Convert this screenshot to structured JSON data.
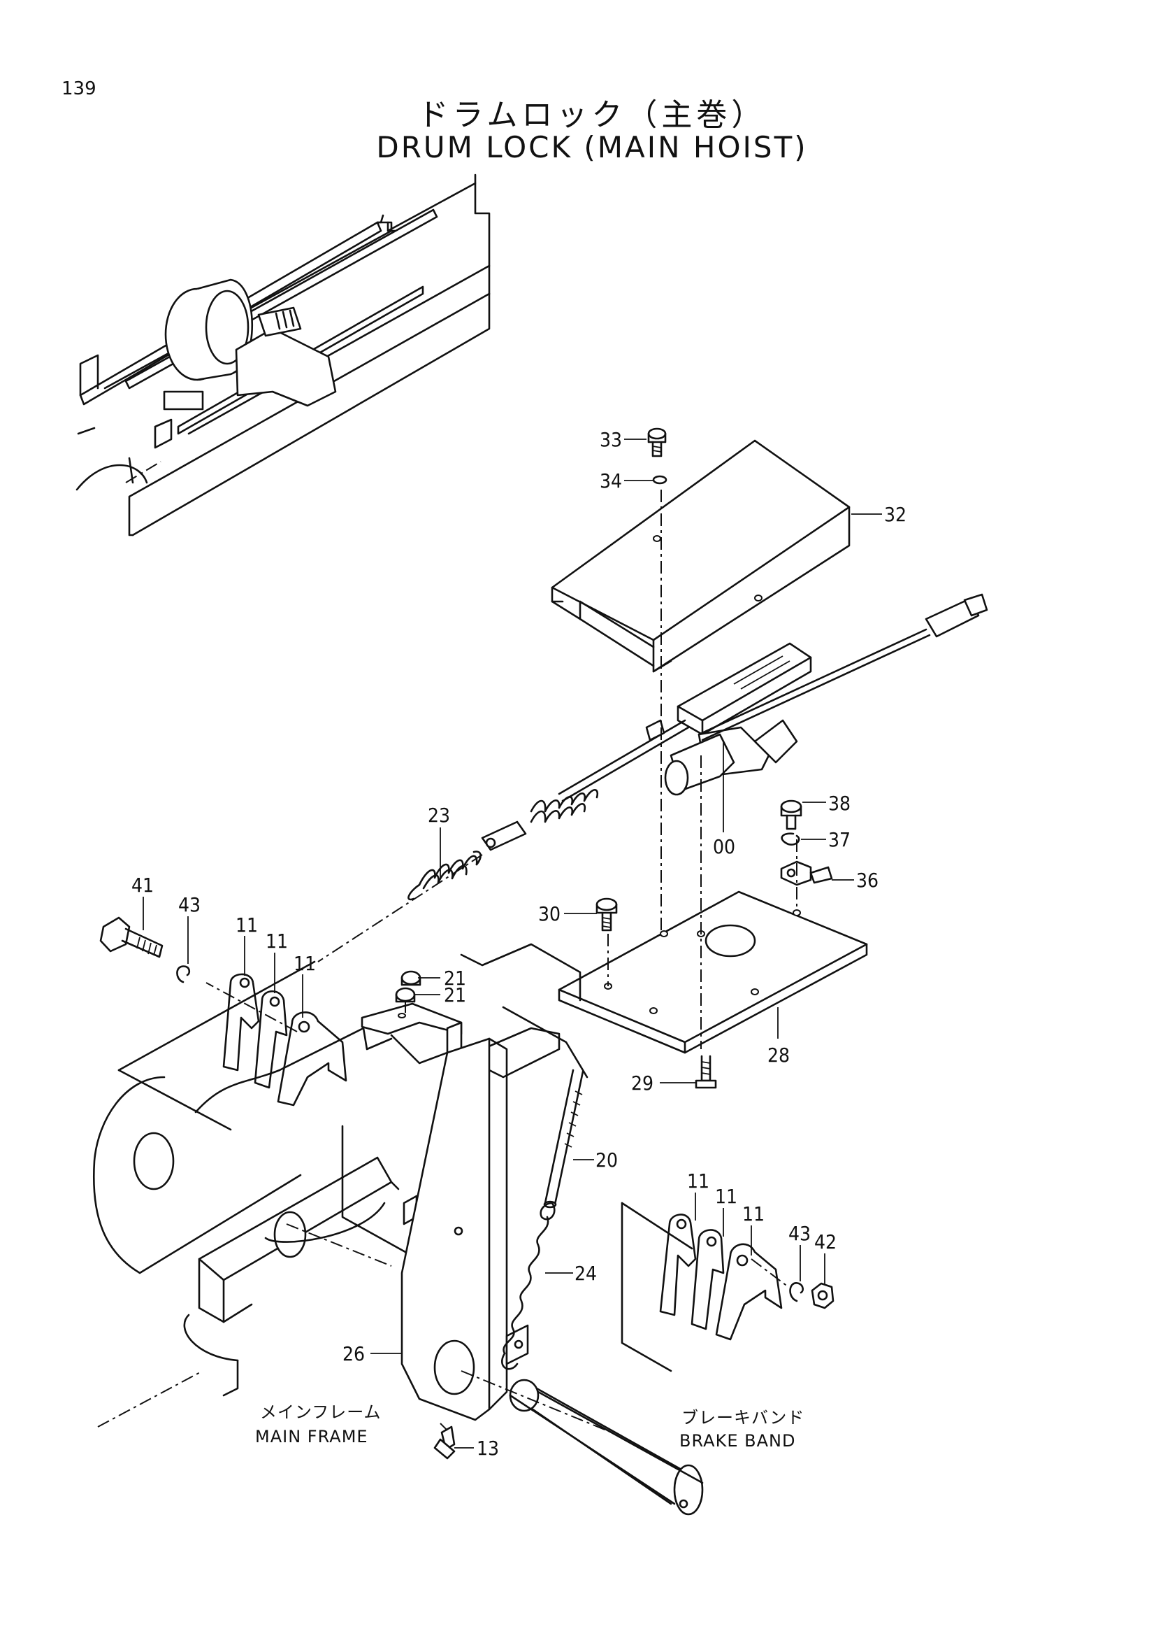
{
  "page_number": "139",
  "title_jp": "ドラムロック（主巻）",
  "title_en": "DRUM LOCK (MAIN HOIST)",
  "labels": {
    "p33": "33",
    "p34": "34",
    "p32": "32",
    "p00": "00",
    "p38": "38",
    "p37": "37",
    "p36": "36",
    "p30": "30",
    "p28": "28",
    "p29": "29",
    "p23": "23",
    "p41": "41",
    "p43a": "43",
    "p11a": "11",
    "p11b": "11",
    "p11c": "11",
    "p21a": "21",
    "p21b": "21",
    "p20": "20",
    "p24": "24",
    "p26": "26",
    "p13": "13",
    "p11d": "11",
    "p11e": "11",
    "p11f": "11",
    "p43b": "43",
    "p42": "42"
  },
  "callouts": {
    "main_frame_jp": "メインフレーム",
    "main_frame_en": "MAIN FRAME",
    "brake_band_jp": "ブレーキバンド",
    "brake_band_en": "BRAKE BAND"
  }
}
